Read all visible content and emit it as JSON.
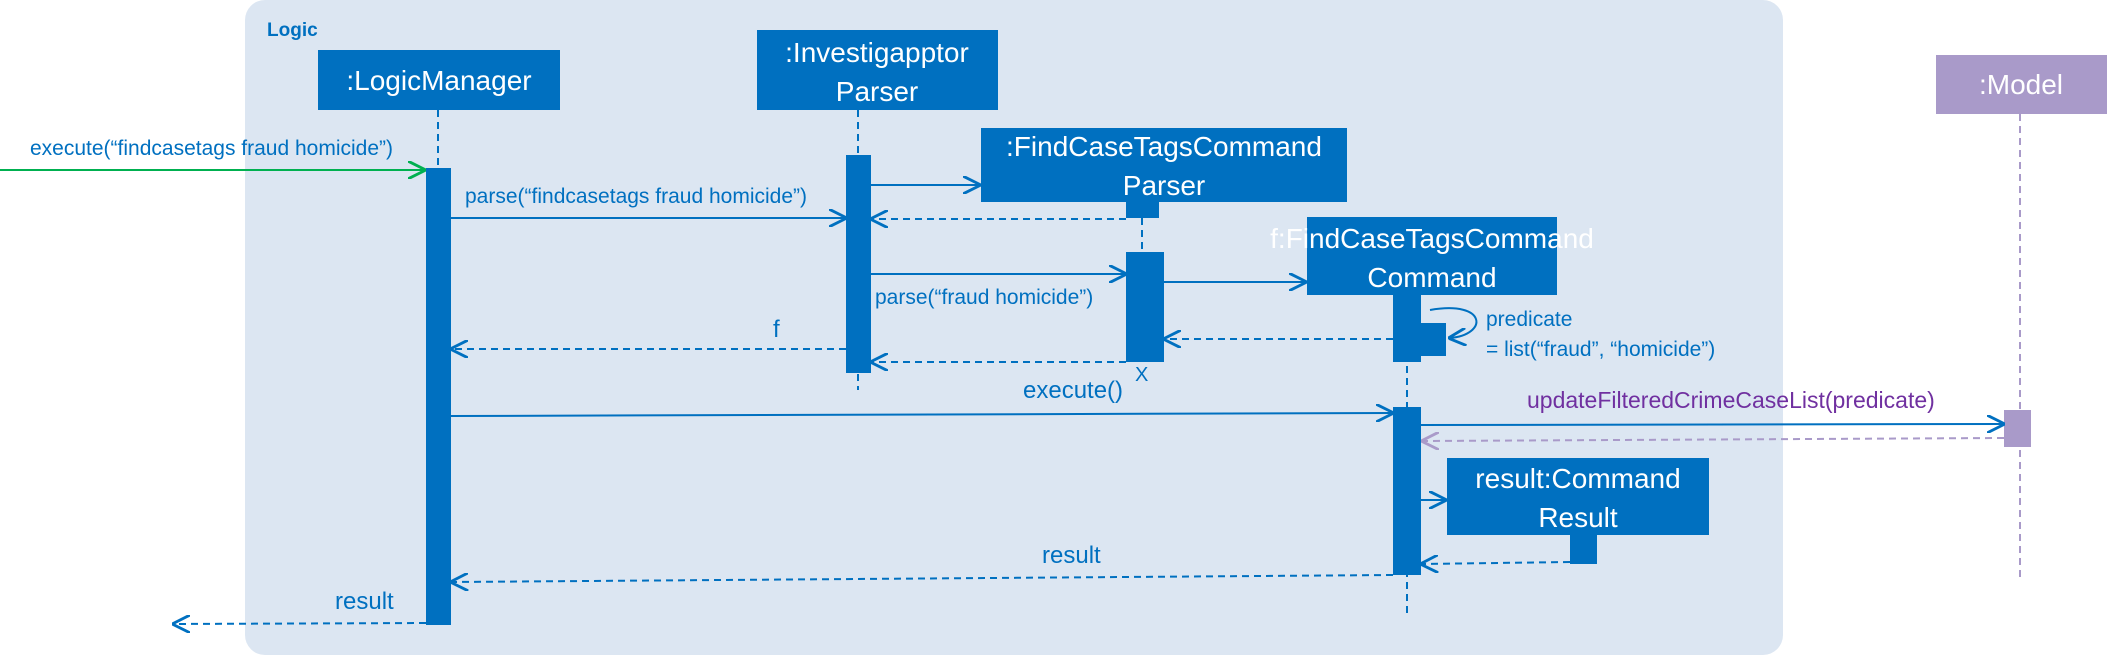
{
  "frame": {
    "label": "Logic"
  },
  "participants": {
    "logic_manager": {
      "label": ":LogicManager"
    },
    "parser": {
      "line1": ":Investigapptor",
      "line2": "Parser"
    },
    "fct_parser": {
      "line1": ":FindCaseTagsCommand",
      "line2": "Parser"
    },
    "fct_command": {
      "line1": "f:FindCaseTagsCommand",
      "line2": "Command"
    },
    "result": {
      "line1": "result:Command",
      "line2": "Result"
    },
    "model": {
      "label": ":Model"
    }
  },
  "messages": {
    "execute_in": "execute(“findcasetags fraud homicide”)",
    "parse_full": "parse(“findcasetags fraud homicide”)",
    "parse_args": "parse(“fraud homicide”)",
    "return_f": "f",
    "predicate_line1": "predicate",
    "predicate_line2": "= list(“fraud”, “homicide”)",
    "execute_call": "execute()",
    "update_filtered": "updateFilteredCrimeCaseList(predicate)",
    "result_return": "result",
    "result_out": "result",
    "destroy_mark": "X"
  },
  "colors": {
    "frame_fill": "#dce6f2",
    "primary": "#0070c0",
    "model": "#a99ac9",
    "model_text": "#7030a0",
    "entry_arrow": "#00b050"
  }
}
